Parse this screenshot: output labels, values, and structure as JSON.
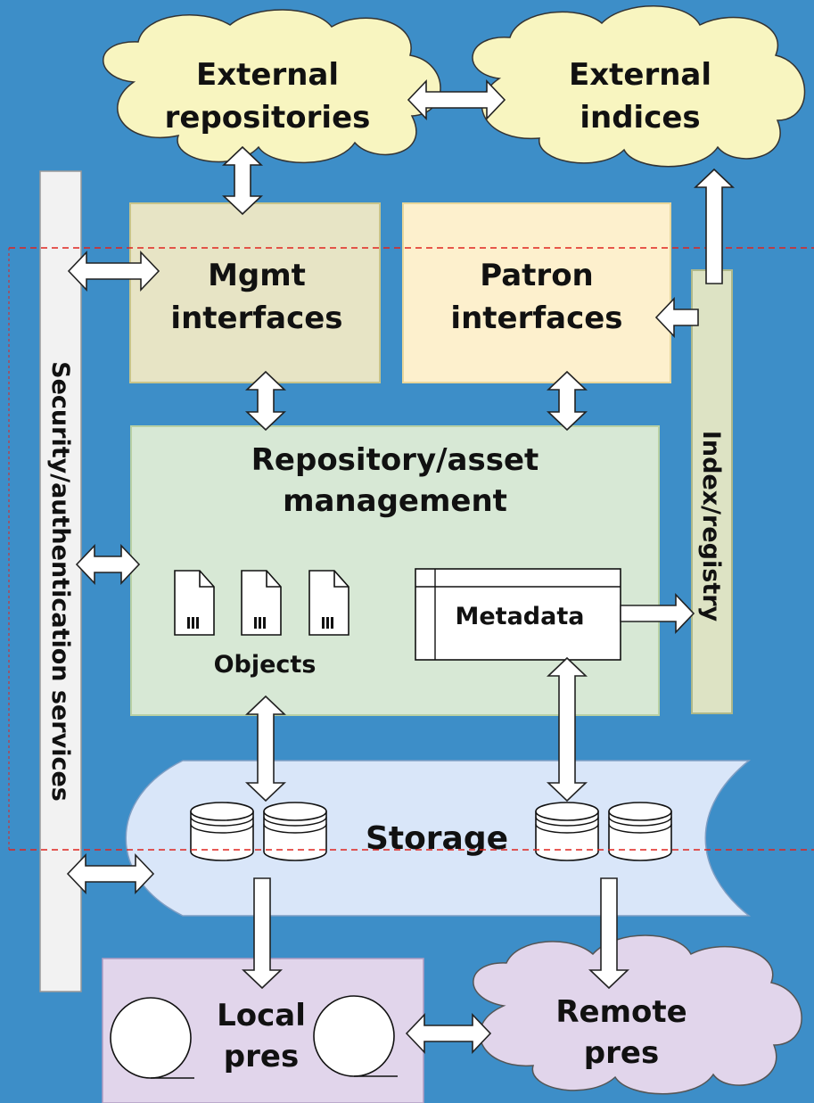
{
  "labels": {
    "external_repositories": [
      "External",
      "repositories"
    ],
    "external_indices": [
      "External",
      "indices"
    ],
    "mgmt_interfaces": [
      "Mgmt",
      "interfaces"
    ],
    "patron_interfaces": [
      "Patron",
      "interfaces"
    ],
    "repository_management": [
      "Repository/asset",
      "management"
    ],
    "objects": "Objects",
    "metadata": "Metadata",
    "storage": "Storage",
    "index_registry": "Index/registry",
    "security_services": "Security/authentication services",
    "local_pres": [
      "Local",
      "pres"
    ],
    "remote_pres": [
      "Remote",
      "pres"
    ]
  },
  "colors": {
    "background": "#3d8ec8",
    "cloud": "#f8f5c0",
    "mgmt_box": "#e7e4c5",
    "patron_box": "#fdf0cd",
    "repository_box": "#d7e8d5",
    "index_bar": "#dde3c4",
    "security_bar": "#f2f2f2",
    "storage": "#d9e6f9",
    "local_pres_box": "#e1d5eb",
    "remote_pres_cloud": "#e1d5eb",
    "boundary_line": "#e0241f"
  },
  "icons": {
    "object_docs": "document-icon",
    "storage_units": "database-cylinder-icon",
    "tape_reels": "tape-reel-icon"
  }
}
